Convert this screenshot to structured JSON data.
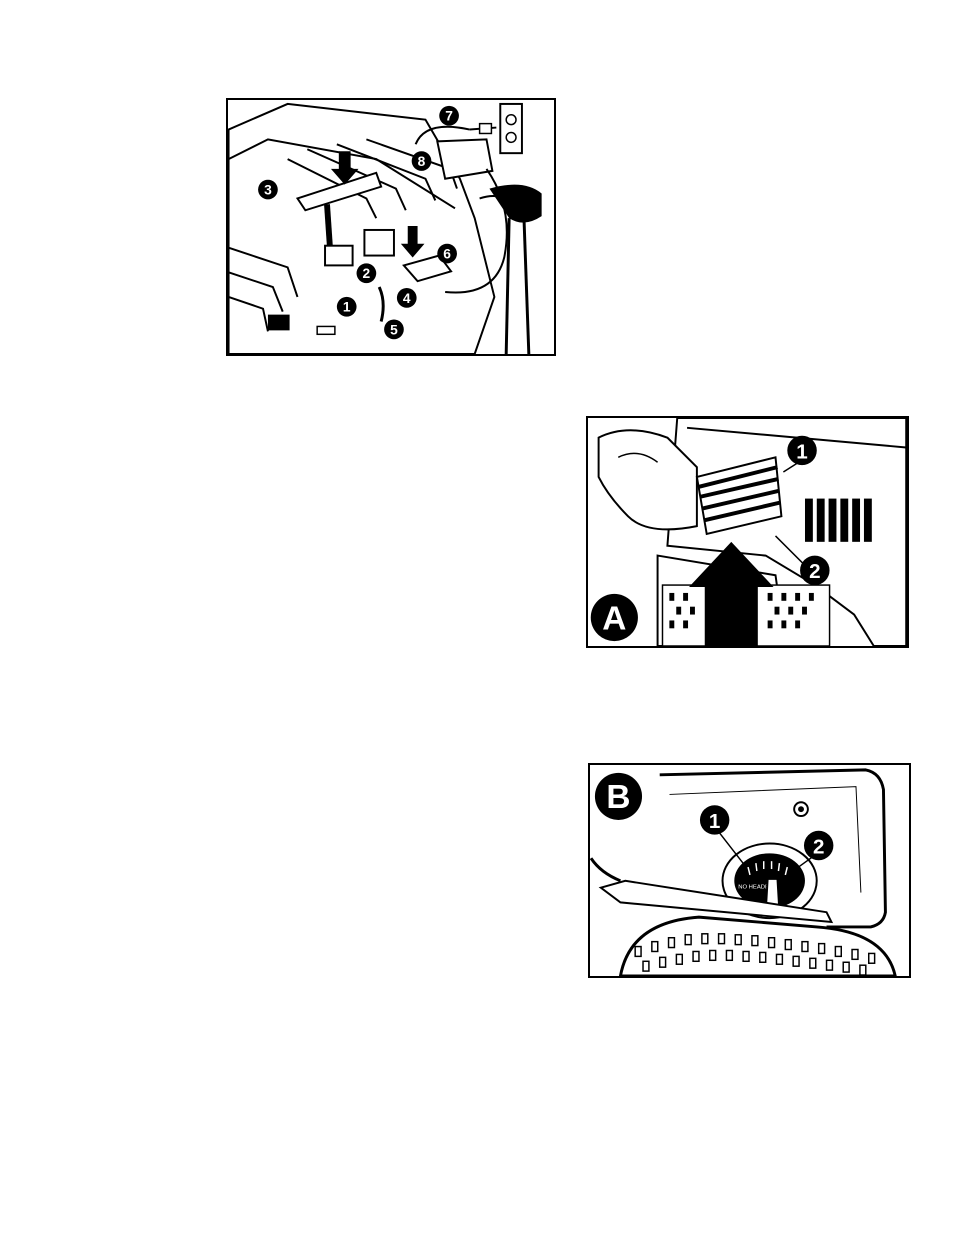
{
  "figure1": {
    "callouts": [
      "1",
      "2",
      "3",
      "4",
      "5",
      "6",
      "7",
      "8"
    ]
  },
  "figureA": {
    "letter": "A",
    "callouts": [
      "1",
      "2"
    ]
  },
  "figureB": {
    "letter": "B",
    "callouts": [
      "1",
      "2"
    ],
    "dial_text": "NO HEADER"
  },
  "colors": {
    "ink": "#000000",
    "paper": "#ffffff"
  }
}
